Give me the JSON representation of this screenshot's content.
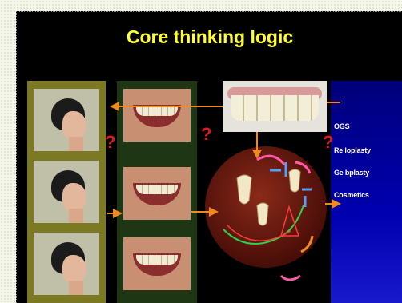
{
  "slide": {
    "title": "Core thinking logic",
    "question_mark": "?"
  },
  "options": [
    {
      "label": "OGS"
    },
    {
      "label": "Re loplasty"
    },
    {
      "label": "Ge bplasty"
    },
    {
      "label": "Cosmetics"
    }
  ],
  "colors": {
    "title": "#ffff33",
    "arrow": "#f08a1c",
    "question": "#e01a1a",
    "panel_blue": "#0000b0"
  }
}
